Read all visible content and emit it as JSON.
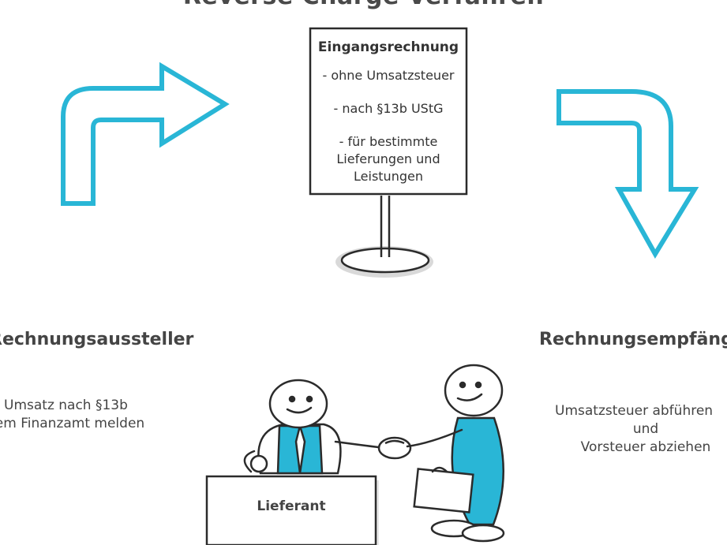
{
  "title": "Reverse Charge Verfahren",
  "sign": {
    "heading": "Eingangsrechnung",
    "line1": "- ohne Umsatzsteuer",
    "line2": "- nach §13b UStG",
    "line3a": "- für bestimmte",
    "line3b": "Lieferungen und",
    "line3c": "Leistungen"
  },
  "left": {
    "heading": "Rechnungsaussteller",
    "line1": "Umsatz nach  §13b",
    "line2": "dem Finanzamt melden"
  },
  "right": {
    "heading": "Rechnungsempfänger",
    "line1": "Umsatzsteuer abführen",
    "line2": "und",
    "line3": "Vorsteuer abziehen"
  },
  "desk_label": "Lieferant",
  "colors": {
    "accent": "#29b6d6",
    "ink": "#2b2b2b",
    "shadow": "#d9d9d9"
  }
}
